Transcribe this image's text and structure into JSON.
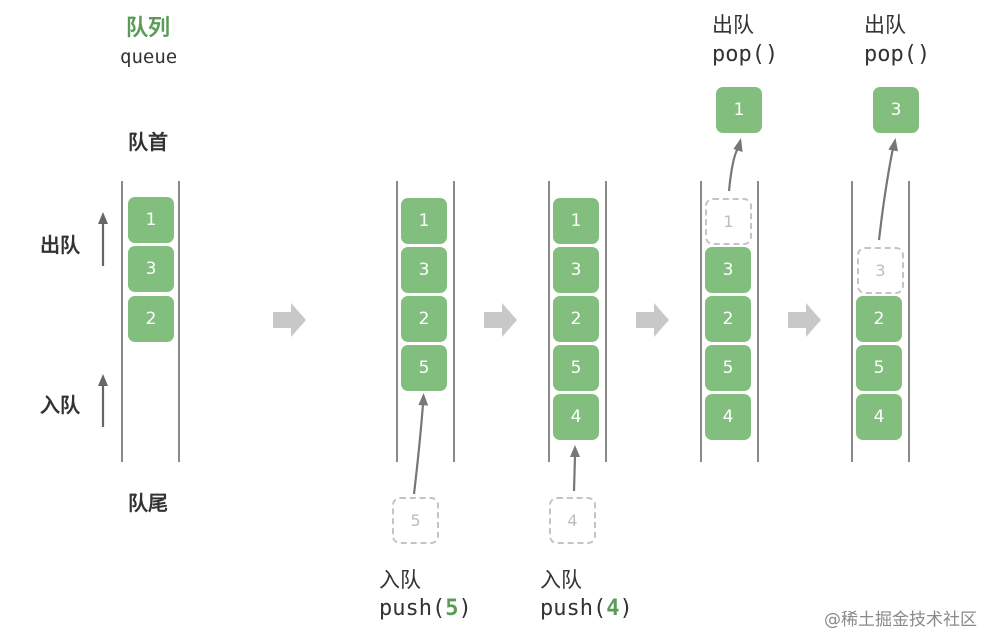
{
  "title": "队列",
  "subtitle": "queue",
  "front_label": "队首",
  "rear_label": "队尾",
  "dequeue_label": "出队",
  "enqueue_label": "入队",
  "stages": [
    {
      "items": [
        "1",
        "3",
        "2"
      ]
    },
    {
      "items": [
        "1",
        "3",
        "2",
        "5"
      ],
      "op_label": "入队",
      "op_code": "push(",
      "op_arg": "5",
      "op_close": ")",
      "ghost": "5"
    },
    {
      "items": [
        "1",
        "3",
        "2",
        "5",
        "4"
      ],
      "op_label": "入队",
      "op_code": "push(",
      "op_arg": "4",
      "op_close": ")",
      "ghost": "4"
    },
    {
      "items": [
        "3",
        "2",
        "5",
        "4"
      ],
      "op_label": "出队",
      "op_code": "pop()",
      "ghost": "1",
      "popped": "1"
    },
    {
      "items": [
        "2",
        "5",
        "4"
      ],
      "op_label": "出队",
      "op_code": "pop()",
      "ghost": "3",
      "popped": "3"
    }
  ],
  "watermark": "@稀土掘金技术社区",
  "colors": {
    "box": "#82bf7e",
    "accent": "#5a9c57",
    "rail": "#8a8a8a",
    "arrow": "#c8c8c8",
    "ghost": "#c4c4c4"
  }
}
